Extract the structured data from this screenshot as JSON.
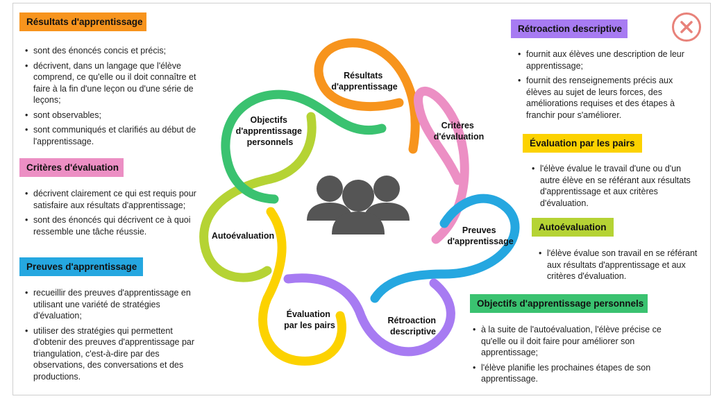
{
  "close": {
    "icon": "close-icon",
    "color": "#e8827a"
  },
  "center": {
    "icon": "people-group-icon",
    "color": "#555555"
  },
  "nodes": [
    {
      "lines": [
        "Résultats",
        "d'apprentissage"
      ],
      "color": "#f7941d"
    },
    {
      "lines": [
        "Critères",
        "d'évaluation"
      ],
      "color": "#ec8fc4"
    },
    {
      "lines": [
        "Preuves",
        "d'apprentissage"
      ],
      "color": "#25a7e0"
    },
    {
      "lines": [
        "Rétroaction",
        "descriptive"
      ],
      "color": "#a77bf2"
    },
    {
      "lines": [
        "Évaluation",
        "par les pairs"
      ],
      "color": "#fcd200"
    },
    {
      "lines": [
        "Autoévaluation"
      ],
      "color": "#b5d334"
    },
    {
      "lines": [
        "Objectifs",
        "d'apprentissage",
        "personnels"
      ],
      "color": "#3ac270"
    }
  ],
  "sections": {
    "resultats": {
      "title": "Résultats d'apprentissage",
      "color": "#f7941d",
      "items": [
        "sont des énoncés concis et précis;",
        "décrivent, dans un langage que l'élève comprend, ce qu'elle ou il doit connaître et faire à la fin d'une leçon ou d'une série de leçons;",
        "sont observables;",
        "sont communiqués et clarifiés au début de l'apprentissage."
      ]
    },
    "criteres": {
      "title": "Critères d'évaluation",
      "color": "#ec8fc4",
      "items": [
        "décrivent clairement ce qui est requis pour satisfaire aux résultats d'apprentissage;",
        "sont des énoncés qui décrivent ce à quoi ressemble une tâche réussie."
      ]
    },
    "preuves": {
      "title": "Preuves d'apprentissage",
      "color": "#25a7e0",
      "items": [
        "recueillir des preuves d'apprentissage en utilisant une variété de stratégies d'évaluation;",
        "utiliser des stratégies qui permettent d'obtenir des preuves d'apprentissage par triangulation, c'est-à-dire par des observations, des conversations et des productions."
      ]
    },
    "retroaction": {
      "title": "Rétroaction descriptive",
      "color": "#a77bf2",
      "items": [
        "fournit aux élèves une description de leur apprentissage;",
        "fournit des renseignements précis aux élèves au sujet de leurs forces, des améliorations requises et des étapes à franchir pour s'améliorer."
      ]
    },
    "pairs": {
      "title": "Évaluation par les pairs",
      "color": "#fcd200",
      "items": [
        "l'élève évalue le travail d'une ou d'un autre élève en se référant aux résultats d'apprentissage et aux critères d'évaluation."
      ]
    },
    "auto": {
      "title": "Autoévaluation",
      "color": "#b5d334",
      "items": [
        "l'élève évalue son travail en se référant aux résultats d'apprentissage et aux critères d'évaluation."
      ]
    },
    "objectifs": {
      "title": "Objectifs d'apprentissage personnels",
      "color": "#3ac270",
      "items": [
        "à la suite de l'autoévaluation, l'élève précise ce qu'elle ou il doit faire pour améliorer son apprentissage;",
        "l'élève planifie les prochaines étapes de son apprentissage."
      ]
    }
  }
}
